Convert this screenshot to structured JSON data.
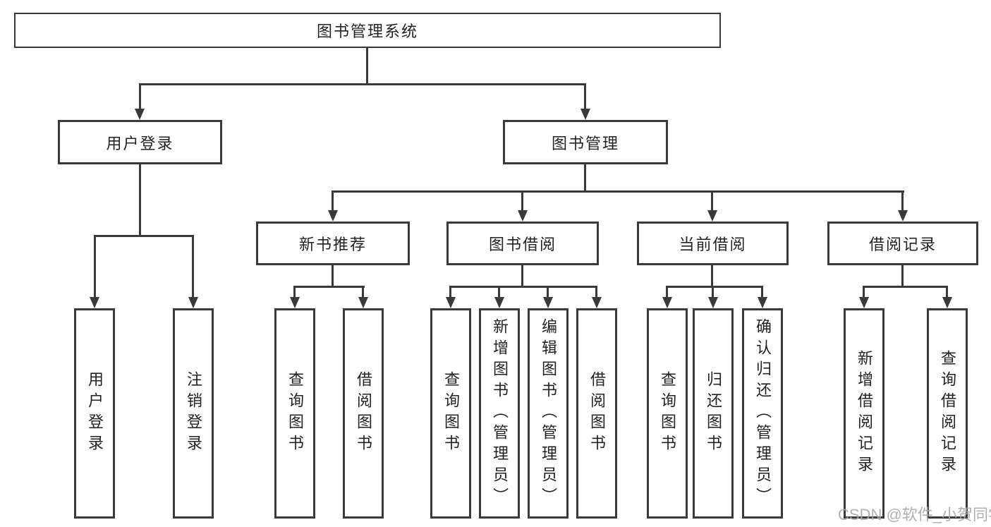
{
  "diagram": {
    "root": "图书管理系统",
    "level2": {
      "user_login": "用户登录",
      "book_management": "图书管理"
    },
    "level3": {
      "new_book_recommend": "新书推荐",
      "book_borrow": "图书借阅",
      "current_borrow": "当前借阅",
      "borrow_records": "借阅记录"
    },
    "leaves": {
      "user_login": "用户登录",
      "logout": "注销登录",
      "nbr_query_books": "查询图书",
      "nbr_borrow_books": "借阅图书",
      "bb_query_books": "查询图书",
      "bb_add_books_admin": "新增图书（管理员）",
      "bb_edit_books_admin": "编辑图书（管理员）",
      "bb_borrow_books": "借阅图书",
      "cb_query_books": "查询图书",
      "cb_return_books": "归还图书",
      "cb_confirm_return_admin": "确认归还（管理员）",
      "br_add_record": "新增借阅记录",
      "br_query_record": "查询借阅记录"
    }
  },
  "watermark": "CSDN @软件_小贺同学",
  "colors": {
    "line": "#3a3a3a",
    "text": "#232323",
    "watermark": "#a8a8a8",
    "background": "#ffffff"
  }
}
